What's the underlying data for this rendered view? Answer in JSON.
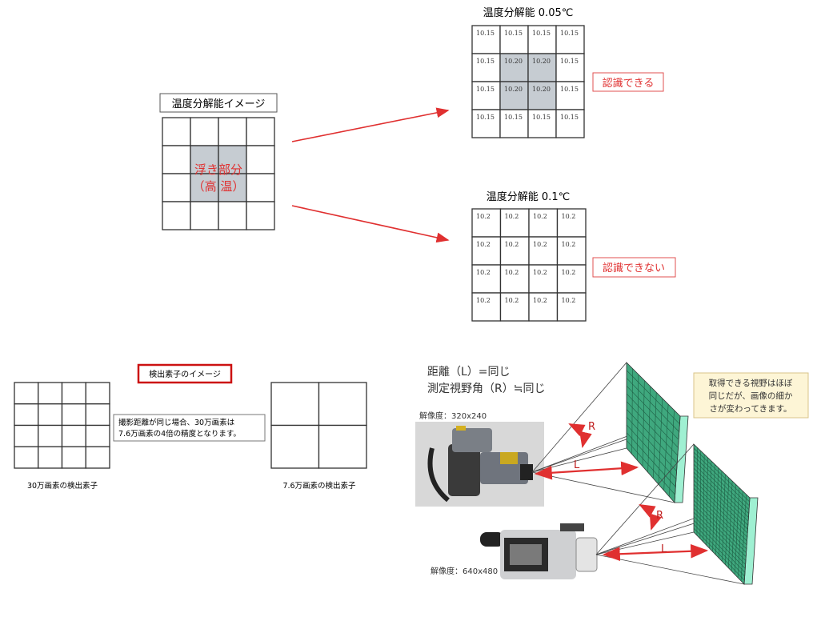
{
  "colors": {
    "accent_red": "#e03030",
    "cell_gray": "#c6ccd2",
    "panel_green": "#3fa87e",
    "panel_side": "#9ff0d2",
    "note_bg": "#fdf5d6"
  },
  "image_panel": {
    "title": "温度分解能イメージ",
    "highlight_line1": "浮き部分",
    "highlight_line2": "（高 温）"
  },
  "res_005": {
    "title": "温度分解能 0.05℃",
    "cells": [
      [
        "10.15",
        "10.15",
        "10.15",
        "10.15"
      ],
      [
        "10.15",
        "10.20",
        "10.20",
        "10.15"
      ],
      [
        "10.15",
        "10.20",
        "10.20",
        "10.15"
      ],
      [
        "10.15",
        "10.15",
        "10.15",
        "10.15"
      ]
    ],
    "verdict": "認識できる"
  },
  "res_01": {
    "title": "温度分解能 0.1℃",
    "cells": [
      [
        "10.2",
        "10.2",
        "10.2",
        "10.2"
      ],
      [
        "10.2",
        "10.2",
        "10.2",
        "10.2"
      ],
      [
        "10.2",
        "10.2",
        "10.2",
        "10.2"
      ],
      [
        "10.2",
        "10.2",
        "10.2",
        "10.2"
      ]
    ],
    "verdict": "認識できない"
  },
  "detector": {
    "title": "検出素子のイメージ",
    "note_line1": "撮影距離が同じ場合、30万画素は",
    "note_line2": "7.6万画素の4倍の精度となります。",
    "left_caption": "30万画素の検出素子",
    "right_caption": "7.6万画素の検出素子"
  },
  "fov": {
    "line1": "距離（L）=同じ",
    "line2": "測定視野角（R）≒同じ",
    "camera1_res": "解像度：320x240",
    "camera2_res": "解像度：640x480",
    "note_line1": "取得できる視野はほぼ",
    "note_line2": "同じだが、画像の細か",
    "note_line3": "さが変わってきます。",
    "label_r": "R",
    "label_l": "L"
  }
}
